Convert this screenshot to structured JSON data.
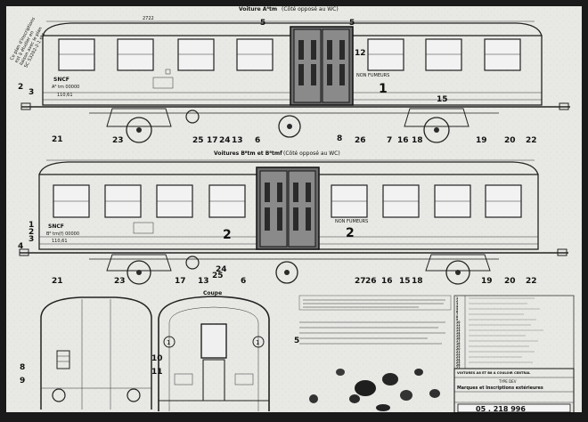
{
  "colors": {
    "paper": "#e9e9e6",
    "ink": "#151515",
    "border": "#1a1a1a"
  },
  "side_note": [
    "Ce plan d'inscriptions",
    "est à étudier en",
    "liaison avec le plan",
    "SC 53202-2-1 etc"
  ],
  "car_a": {
    "title": "Voiture A⁸tm",
    "subtitle": "(Côté opposé au WC)",
    "dimension": "2722",
    "sncf": "SNCF",
    "number": "A⁸ tm 00000",
    "weight": "110,61",
    "fumeurs": "NON FUMEURS",
    "class_numeral": "1",
    "callouts_top": [
      "5",
      "5",
      "12",
      "15"
    ],
    "callouts_left": [
      "2",
      "3"
    ],
    "callouts_bottom": [
      "21",
      "23",
      "25",
      "17",
      "24",
      "13",
      "6",
      "8",
      "26",
      "7",
      "16",
      "18",
      "19",
      "20",
      "22"
    ]
  },
  "car_b": {
    "title": "Voitures B⁸tm et B⁸tmf",
    "subtitle": "(Côté opposé au WC)",
    "sncf": "SNCF",
    "number": "B⁸ tm(f) 00000",
    "weight": "110,61",
    "fumeurs": "NON FUMEURS",
    "class_numeral": "2",
    "callouts_left": [
      "1",
      "2",
      "3",
      "4"
    ],
    "callouts_bottom": [
      "21",
      "23",
      "17",
      "25",
      "13",
      "24",
      "6",
      "27",
      "26",
      "16",
      "15",
      "18",
      "19",
      "20",
      "22"
    ]
  },
  "section": {
    "title": "Coupe",
    "callouts": [
      "8",
      "9",
      "10",
      "11",
      "1",
      "1",
      "5"
    ]
  },
  "title_block": {
    "header": "VOITURES A8 ET B8 A COULOIR CENTRAL",
    "type": "TYPE DEV",
    "subject": "Marques et Inscriptions extérieures",
    "drawing_number": "05 . 218 996"
  },
  "legend_numbers": [
    "1",
    "2",
    "3",
    "4",
    "5",
    "6",
    "7",
    "8",
    "9",
    "10",
    "11",
    "12",
    "13",
    "14",
    "15",
    "16",
    "17",
    "18",
    "19",
    "20",
    "21",
    "22",
    "23",
    "24",
    "25",
    "26",
    "27"
  ]
}
